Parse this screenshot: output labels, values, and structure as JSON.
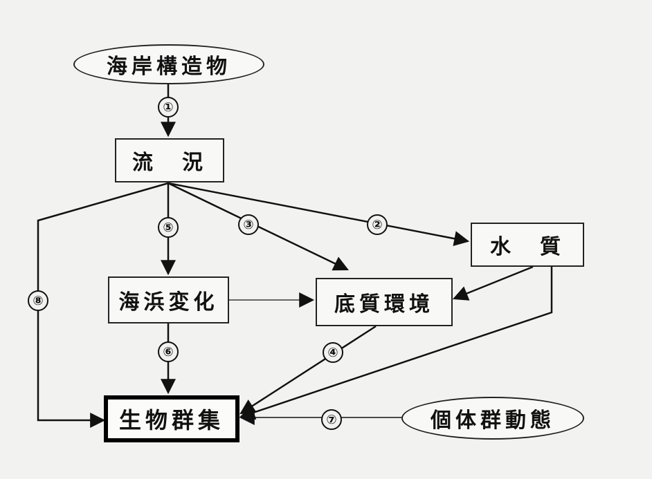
{
  "nodes": {
    "coastal_structure": "海岸構造物",
    "flow_condition": "流　況",
    "water_quality": "水　質",
    "beach_change": "海浜変化",
    "bottom_environment": "底質環境",
    "biological_community": "生物群集",
    "population_dynamics": "個体群動態"
  },
  "edge_labels": {
    "e1": "①",
    "e2": "②",
    "e3": "③",
    "e4": "④",
    "e5": "⑤",
    "e6": "⑥",
    "e7": "⑦",
    "e8": "⑧"
  },
  "edges": [
    {
      "from": "coastal_structure",
      "to": "flow_condition",
      "label": "①"
    },
    {
      "from": "flow_condition",
      "to": "water_quality",
      "label": "②"
    },
    {
      "from": "flow_condition",
      "to": "bottom_environment",
      "label": "③"
    },
    {
      "from": "bottom_environment",
      "to": "biological_community",
      "label": "④"
    },
    {
      "from": "flow_condition",
      "to": "beach_change",
      "label": "⑤"
    },
    {
      "from": "beach_change",
      "to": "biological_community",
      "label": "⑥"
    },
    {
      "from": "population_dynamics",
      "to": "biological_community",
      "label": "⑦"
    },
    {
      "from": "flow_condition",
      "to": "biological_community",
      "label": "⑧"
    },
    {
      "from": "beach_change",
      "to": "bottom_environment",
      "label": ""
    },
    {
      "from": "water_quality",
      "to": "bottom_environment",
      "label": ""
    },
    {
      "from": "water_quality",
      "to": "biological_community",
      "label": ""
    }
  ]
}
